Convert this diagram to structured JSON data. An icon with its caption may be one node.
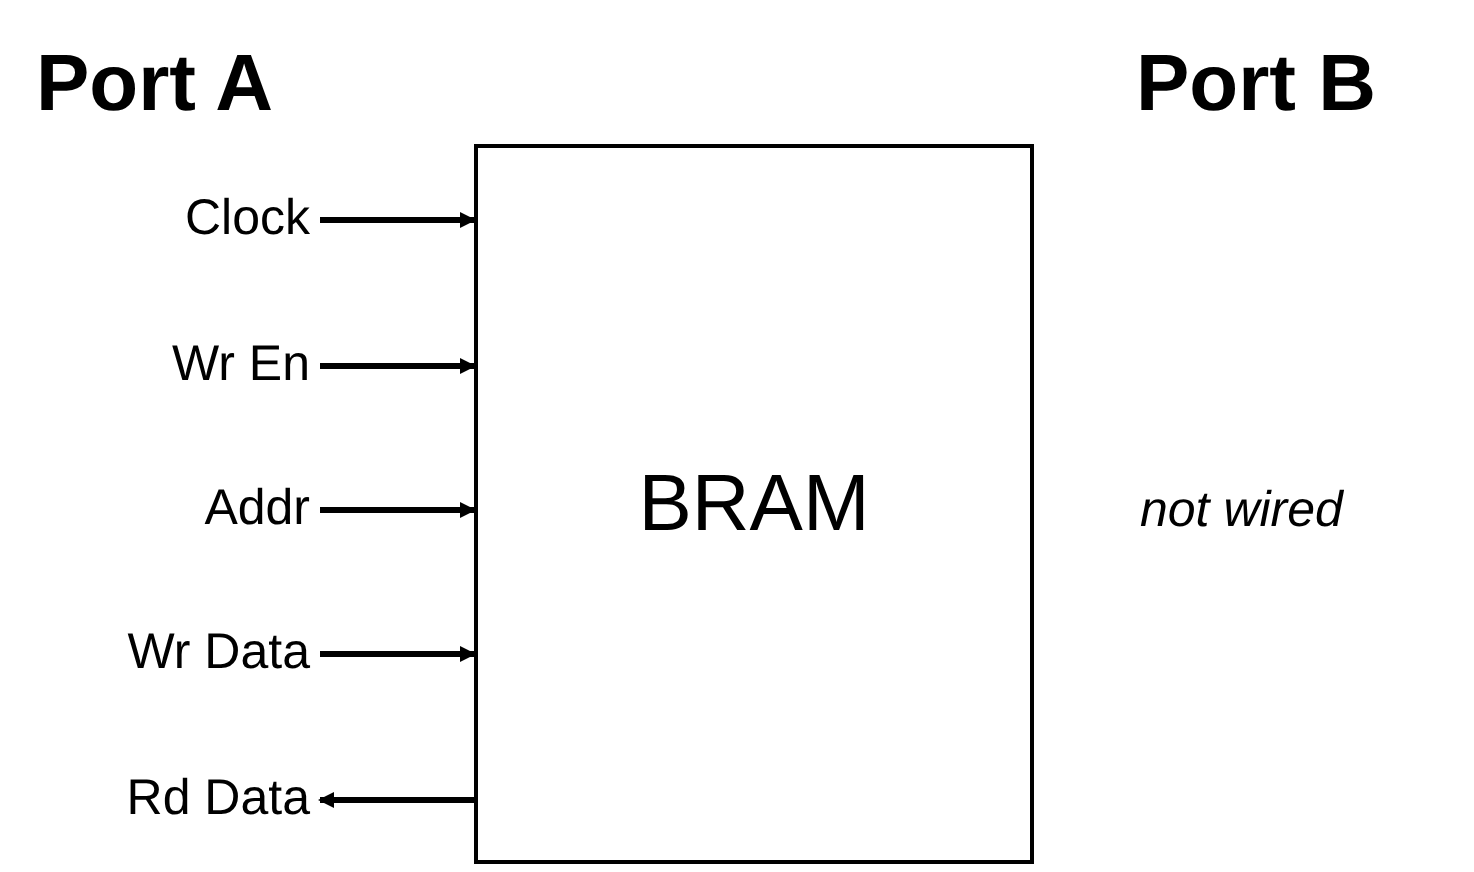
{
  "diagram": {
    "nodes": [
      {
        "text": [
          "BRAM"
        ]
      },
      {
        "text": [
          "Clock"
        ]
      },
      {
        "text": [
          "Wr En"
        ]
      },
      {
        "text": [
          "Addr"
        ]
      },
      {
        "text": [
          "Wr Data"
        ]
      },
      {
        "text": [
          "Rd Data"
        ]
      }
    ],
    "edges": [
      {
        "from": 1,
        "to": 0,
        "arrow": "to"
      },
      {
        "from": 2,
        "to": 0,
        "arrow": "to"
      },
      {
        "from": 3,
        "to": 0,
        "arrow": "to"
      },
      {
        "from": 4,
        "to": 0,
        "arrow": "to"
      },
      {
        "from": 0,
        "to": 5,
        "arrow": "to"
      }
    ],
    "labels": [
      "Port A",
      "Port B",
      "not wired"
    ]
  }
}
